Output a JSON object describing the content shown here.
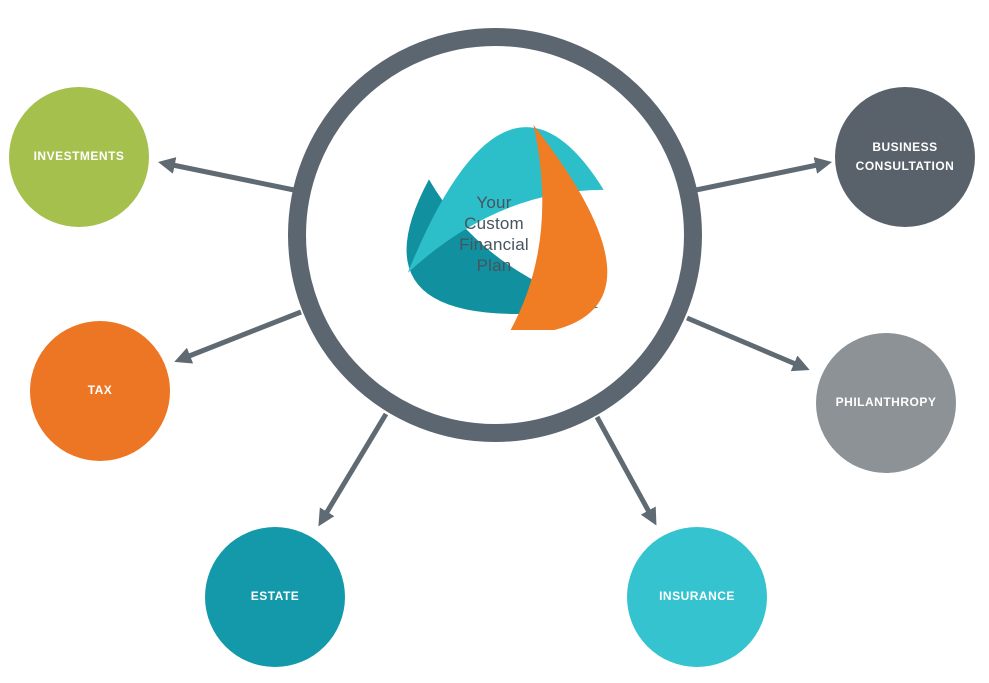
{
  "center": {
    "label": "Your\nCustom\nFinancial\nPlan",
    "text_color": "#47545f",
    "ring_color": "#5c6670",
    "logo": {
      "teal": "#2dbfc9",
      "orange": "#f07c23",
      "dark_teal": "#11909f"
    }
  },
  "colors": {
    "arrow": "#5f6a72",
    "background": "#ffffff"
  },
  "nodes": [
    {
      "label": "INVESTMENTS",
      "color": "#a5c04d"
    },
    {
      "label": "BUSINESS CONSULTATION",
      "color": "#59626b"
    },
    {
      "label": "TAX",
      "color": "#ec7623"
    },
    {
      "label": "PHILANTHROPY",
      "color": "#8d9297"
    },
    {
      "label": "ESTATE",
      "color": "#1399a9"
    },
    {
      "label": "INSURANCE",
      "color": "#35c3cf"
    }
  ]
}
